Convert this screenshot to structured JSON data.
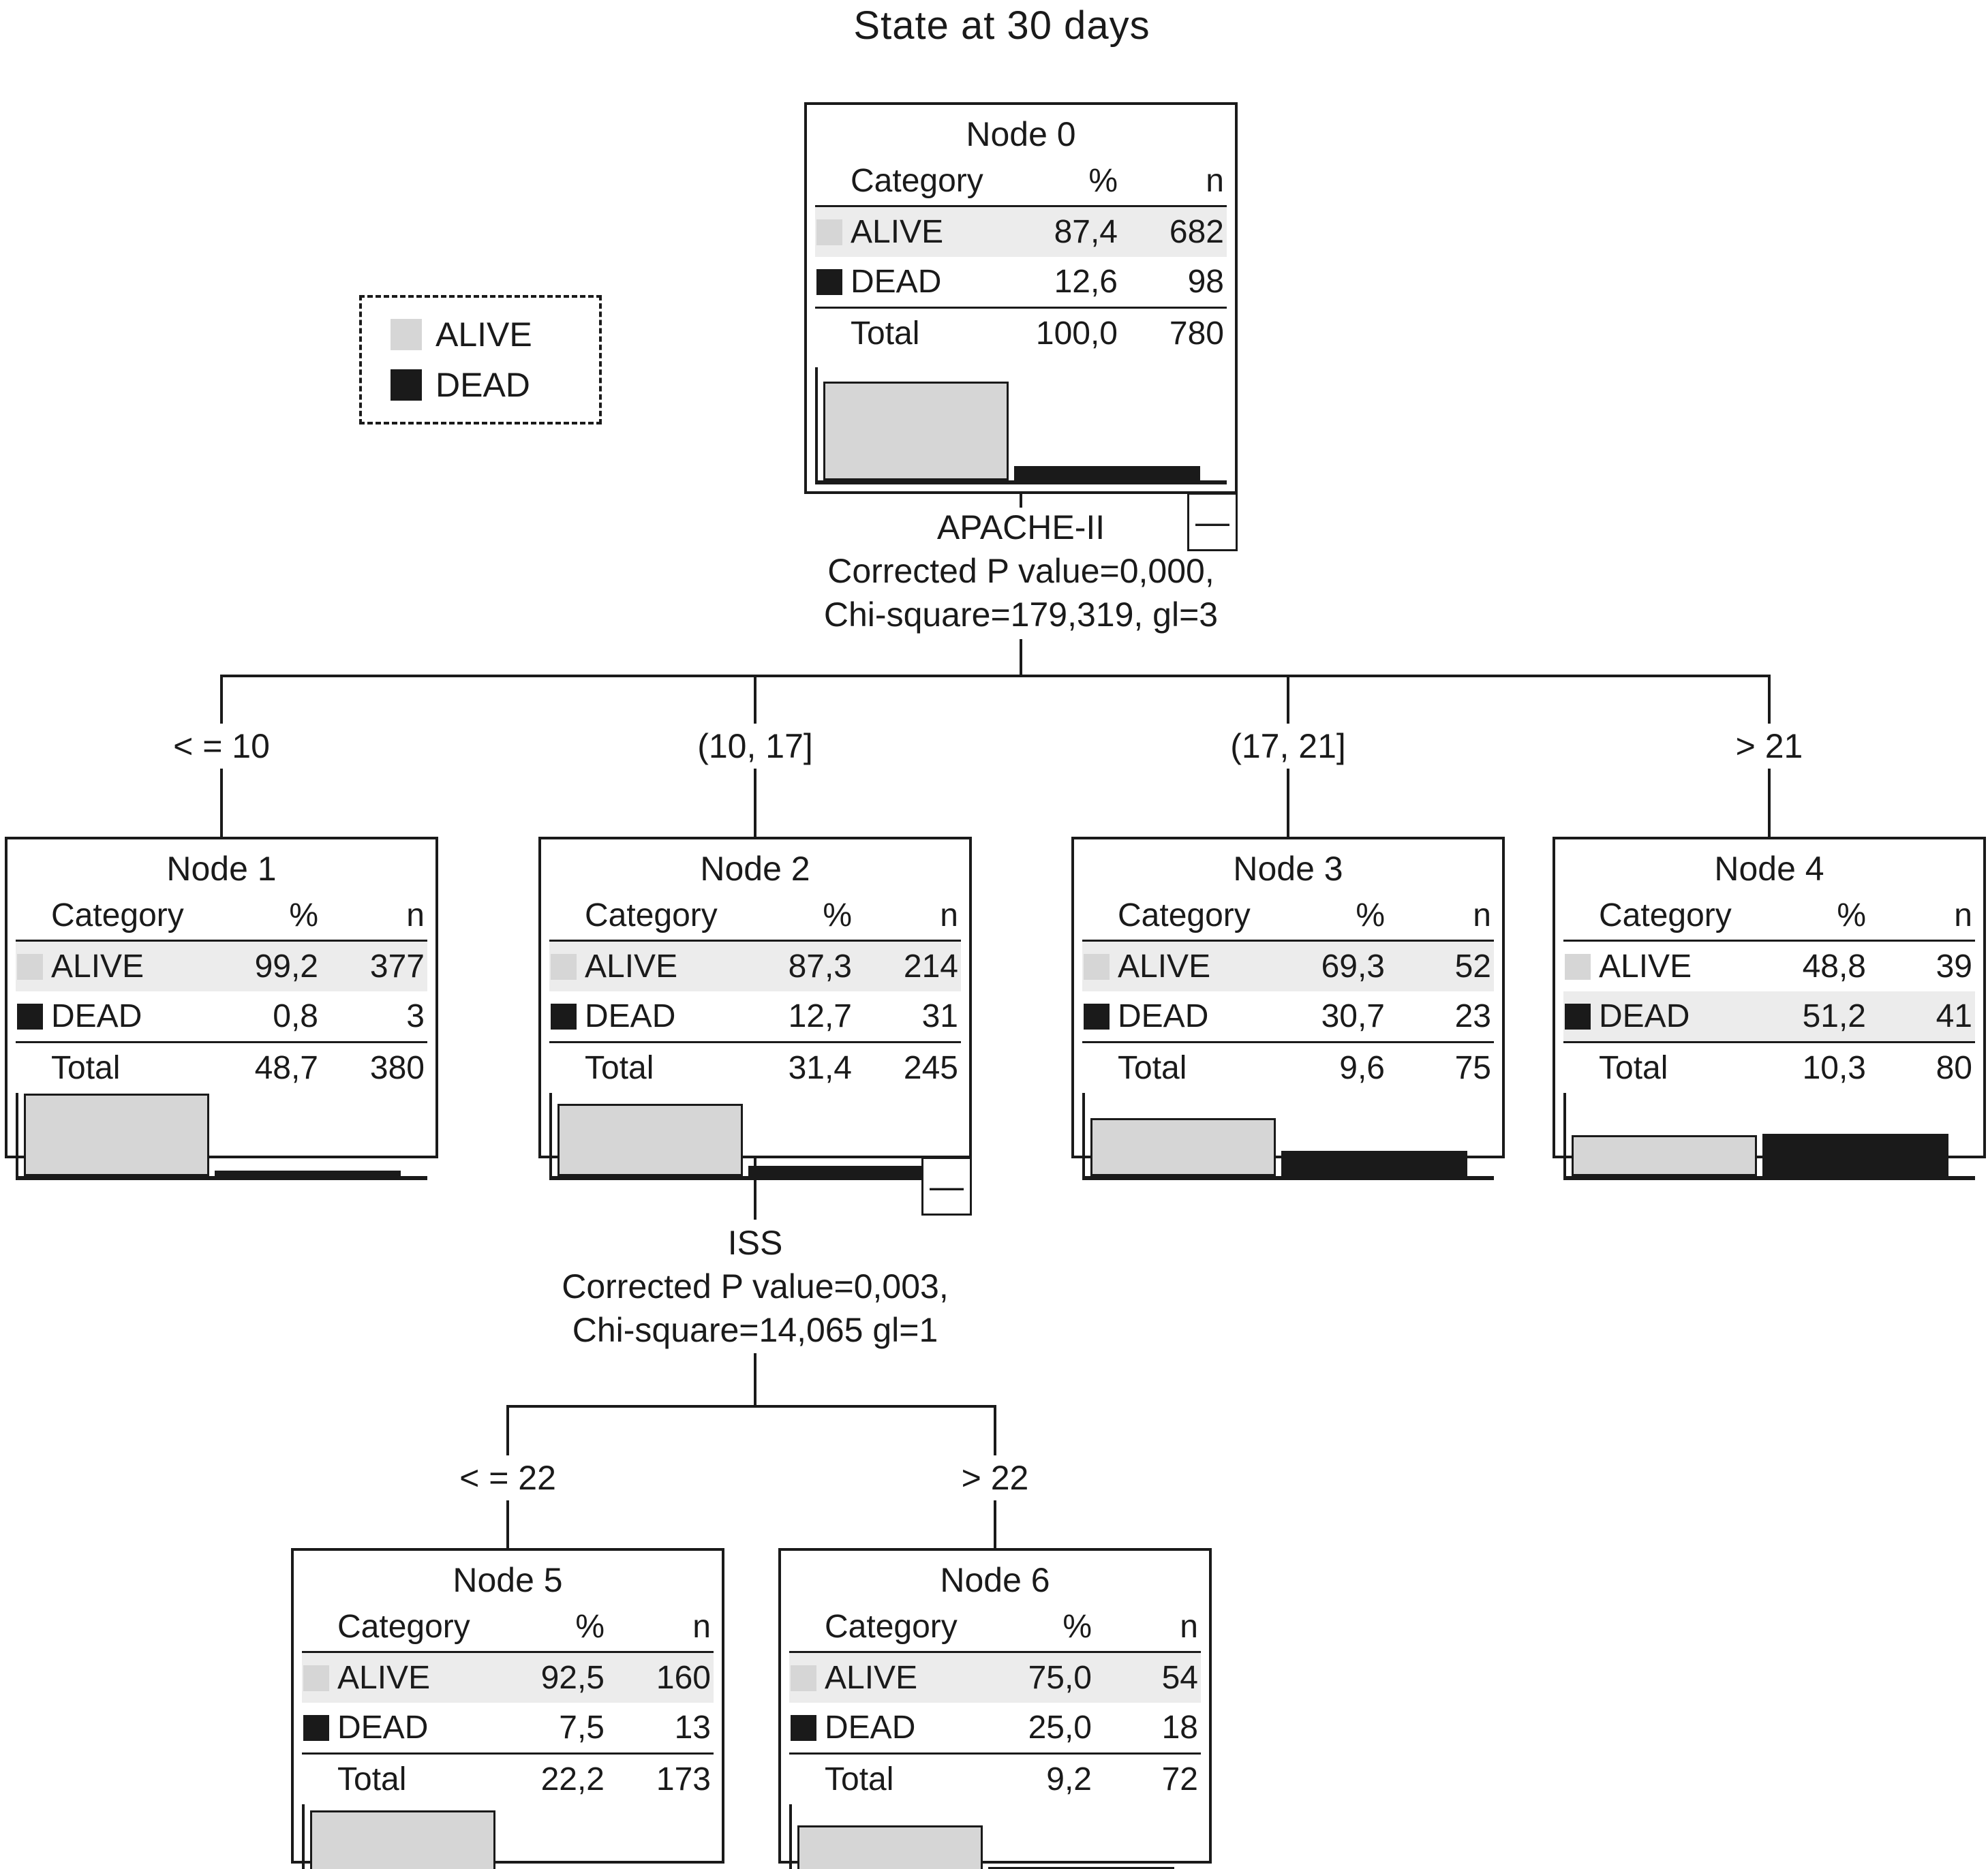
{
  "title": "State at 30 days",
  "legend": {
    "items": [
      {
        "label": "ALIVE",
        "color": "#d6d6d6"
      },
      {
        "label": "DEAD",
        "color": "#1a1a1a"
      }
    ]
  },
  "headers": {
    "category": "Category",
    "percent": "%",
    "n": "n"
  },
  "categories": {
    "alive": "ALIVE",
    "dead": "DEAD",
    "total": "Total"
  },
  "collapse_button": "—",
  "colors": {
    "alive_fill": "#d6d6d6",
    "dead_fill": "#1a1a1a",
    "row_highlight": "#ececec",
    "line": "#1a1a1a",
    "background": "#ffffff"
  },
  "splits": {
    "apache": {
      "variable": "APACHE-II",
      "p_line": "Corrected P value=0,000,",
      "chi_line": "Chi-square=179,319, gl=3",
      "branches": [
        "< = 10",
        "(10, 17]",
        "(17, 21]",
        "> 21"
      ]
    },
    "iss": {
      "variable": "ISS",
      "p_line": "Corrected P value=0,003,",
      "chi_line": "Chi-square=14,065 gl=1",
      "branches": [
        "< = 22",
        "> 22"
      ]
    }
  },
  "nodes": [
    {
      "title": "Node 0",
      "alive": {
        "pct": "87,4",
        "n": "682",
        "highlighted": true
      },
      "dead": {
        "pct": "12,6",
        "n": "98",
        "highlighted": false
      },
      "total": {
        "pct": "100,0",
        "n": "780"
      }
    },
    {
      "title": "Node 1",
      "alive": {
        "pct": "99,2",
        "n": "377",
        "highlighted": true
      },
      "dead": {
        "pct": "0,8",
        "n": "3",
        "highlighted": false
      },
      "total": {
        "pct": "48,7",
        "n": "380"
      }
    },
    {
      "title": "Node 2",
      "alive": {
        "pct": "87,3",
        "n": "214",
        "highlighted": true
      },
      "dead": {
        "pct": "12,7",
        "n": "31",
        "highlighted": false
      },
      "total": {
        "pct": "31,4",
        "n": "245"
      }
    },
    {
      "title": "Node 3",
      "alive": {
        "pct": "69,3",
        "n": "52",
        "highlighted": true
      },
      "dead": {
        "pct": "30,7",
        "n": "23",
        "highlighted": false
      },
      "total": {
        "pct": "9,6",
        "n": "75"
      }
    },
    {
      "title": "Node 4",
      "alive": {
        "pct": "48,8",
        "n": "39",
        "highlighted": false
      },
      "dead": {
        "pct": "51,2",
        "n": "41",
        "highlighted": true
      },
      "total": {
        "pct": "10,3",
        "n": "80"
      }
    },
    {
      "title": "Node 5",
      "alive": {
        "pct": "92,5",
        "n": "160",
        "highlighted": true
      },
      "dead": {
        "pct": "7,5",
        "n": "13",
        "highlighted": false
      },
      "total": {
        "pct": "22,2",
        "n": "173"
      }
    },
    {
      "title": "Node 6",
      "alive": {
        "pct": "75,0",
        "n": "54",
        "highlighted": true
      },
      "dead": {
        "pct": "25,0",
        "n": "18",
        "highlighted": false
      },
      "total": {
        "pct": "9,2",
        "n": "72"
      }
    }
  ]
}
